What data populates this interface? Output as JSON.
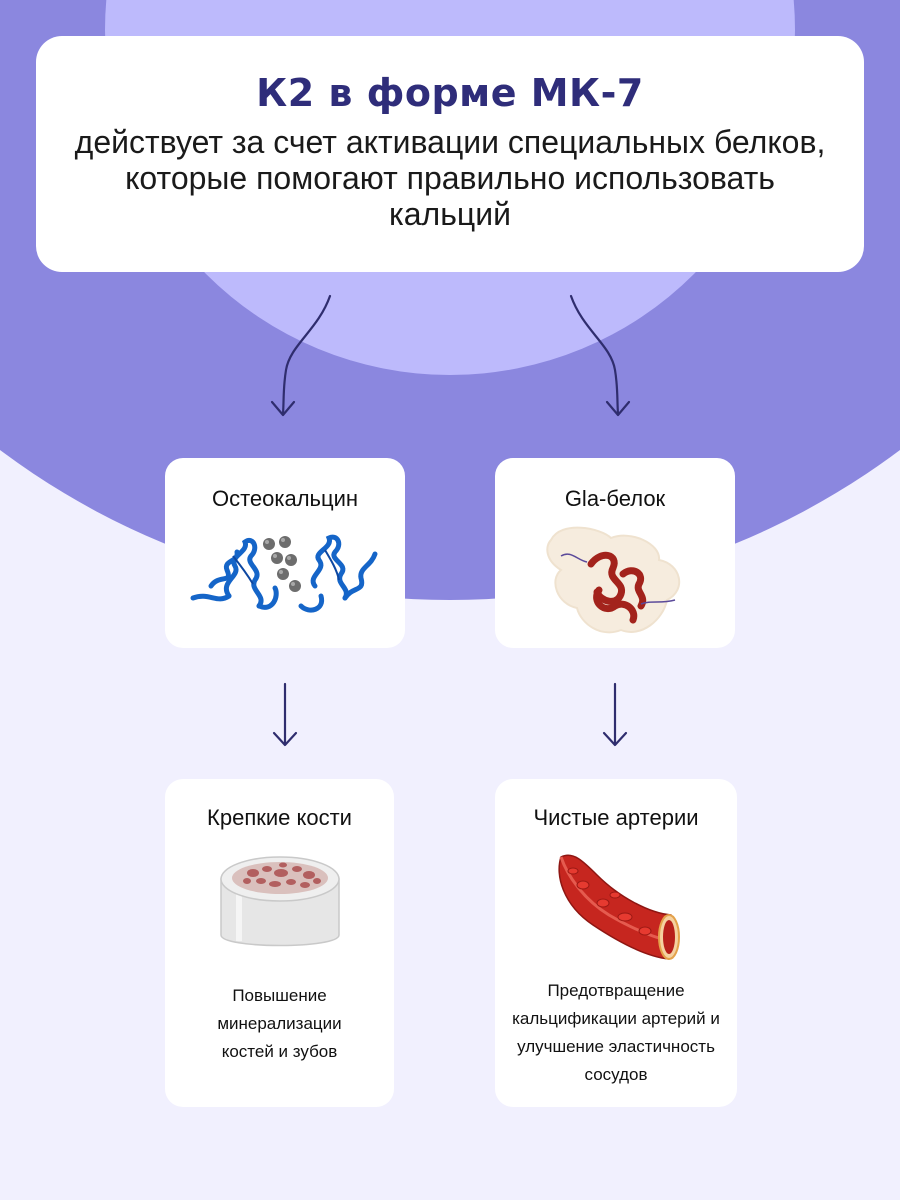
{
  "header": {
    "title": "К2 в форме МК-7",
    "description": "действует за счет активации специальных белков, которые помогают правильно использовать кальций"
  },
  "proteins": [
    {
      "title": "Остеокальцин",
      "image": "osteocalcin-protein-structure"
    },
    {
      "title": "Gla-белок",
      "image": "gla-protein-structure"
    }
  ],
  "effects": [
    {
      "title": "Крепкие кости",
      "image": "bone-cross-section",
      "text": "Повышение минерализации костей и зубов"
    },
    {
      "title": "Чистые артерии",
      "image": "artery-with-blood-cells",
      "text": "Предотвращение кальцификации артерий и улучшение эластичность сосудов"
    }
  ],
  "colors": {
    "background": "#f1f0fe",
    "outer_band": "#8b87df",
    "inner_circle": "#bdbafc",
    "title": "#2f2d7a",
    "arrow": "#2f2d6e",
    "osteocalcin": "#1565c8",
    "gla": "#a3231c"
  }
}
